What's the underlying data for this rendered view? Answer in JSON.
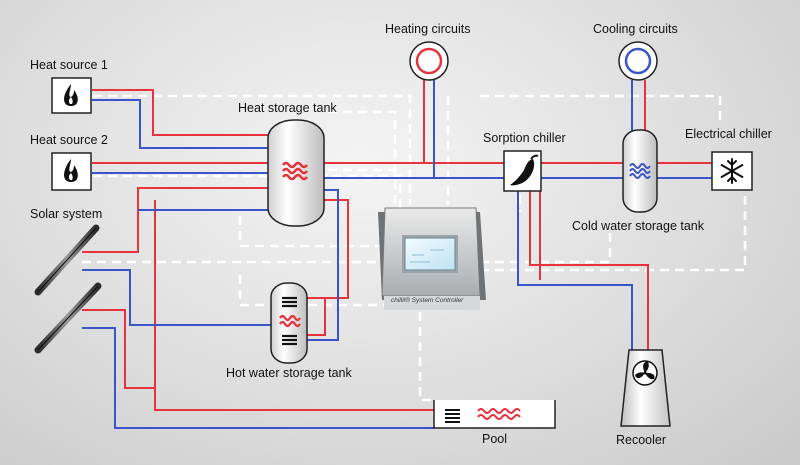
{
  "labels": {
    "heat_source_1": "Heat source 1",
    "heat_source_2": "Heat source 2",
    "solar_system": "Solar system",
    "heat_storage_tank": "Heat storage tank",
    "hot_water_storage_tank": "Hot water storage tank",
    "heating_circuits": "Heating circuits",
    "cooling_circuits": "Cooling circuits",
    "sorption_chiller": "Sorption chiller",
    "electrical_chiller": "Electrical chiller",
    "cold_water_storage_tank": "Cold water storage tank",
    "pool": "Pool",
    "recooler": "Recooler",
    "controller": "chillii® System Controller"
  },
  "colors": {
    "hot_pipe": "#e8323c",
    "cold_pipe": "#3a55c8",
    "signal_line": "#ffffff",
    "heat_symbol": "#e8323c",
    "cool_symbol": "#3a55c8"
  },
  "icons": {
    "heat_source": "flame-icon",
    "sorption_chiller": "chili-pepper-icon",
    "electrical_chiller": "snowflake-icon",
    "recooler": "fan-icon"
  }
}
